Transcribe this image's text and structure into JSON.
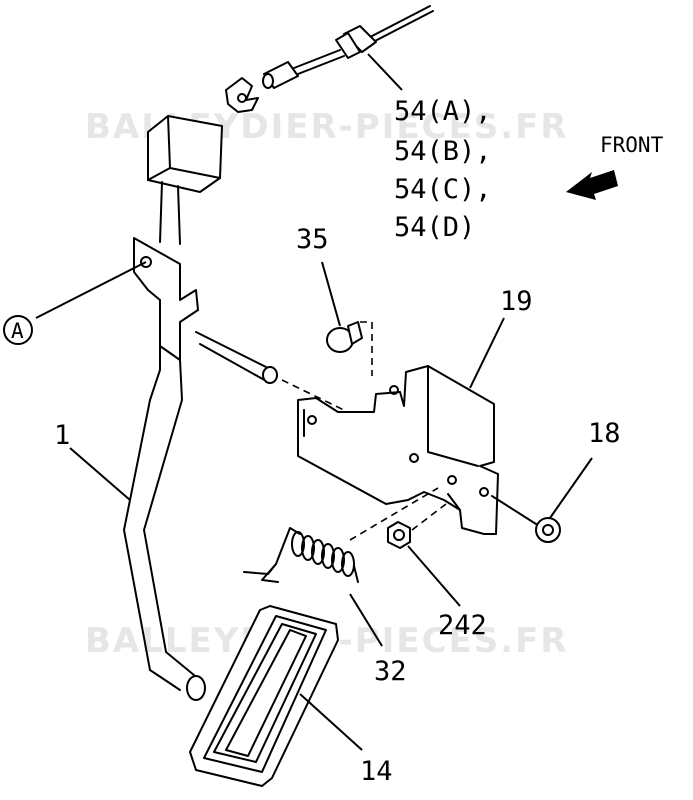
{
  "watermark": {
    "upper": "BALLEYDIER-PIECES.FR",
    "lower": "BALLEYDIER-PIECES.FR"
  },
  "orientation": {
    "label": "FRONT",
    "icon": "arrow-front-icon"
  },
  "callouts": {
    "cable": [
      "54(A),",
      "54(B),",
      "54(C),",
      "54(D)"
    ],
    "clip": "35",
    "bracket": "19",
    "ref_a": "A",
    "pedal_arm": "1",
    "nut": "18",
    "bolt": "242",
    "spring": "32",
    "pad": "14"
  }
}
